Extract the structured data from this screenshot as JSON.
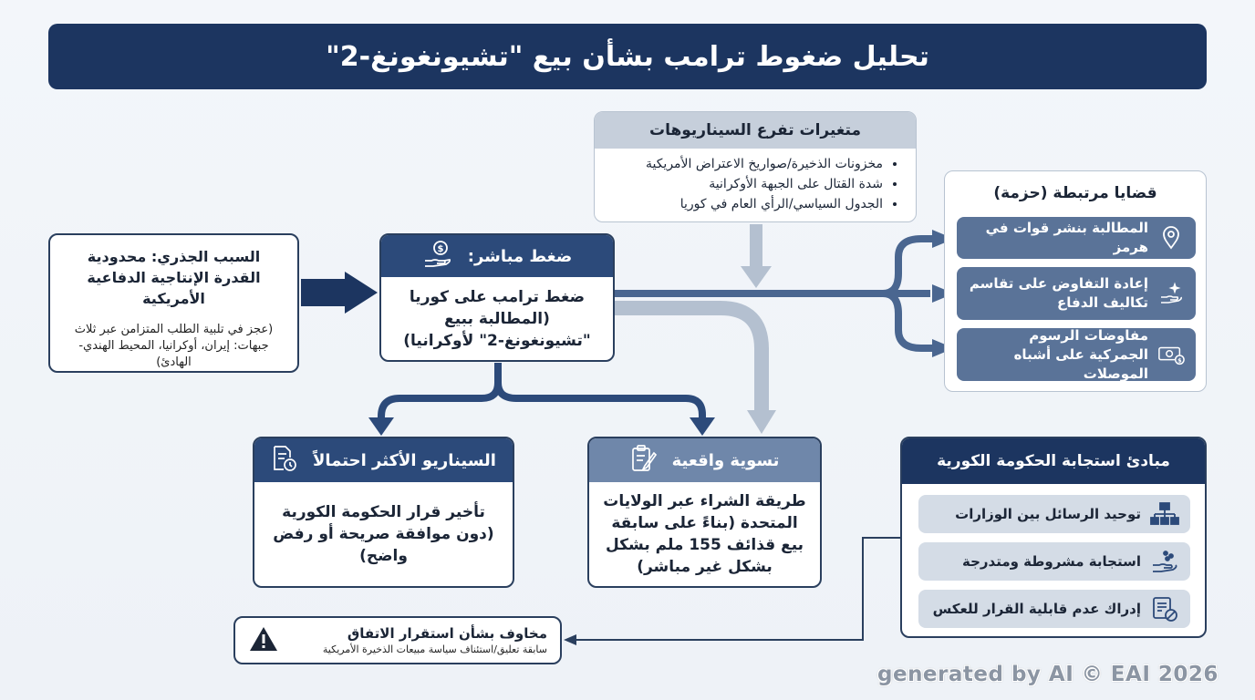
{
  "title": "تحليل ضغوط ترامب بشأن بيع \"تشيونغونغ-2\"",
  "root_cause": {
    "title": "السبب الجذري: محدودية القدرة الإنتاجية الدفاعية الأمريكية",
    "detail": "(عجز في تلبية الطلب المتزامن عبر ثلاث جبهات: إيران، أوكرانيا، المحيط الهندي-الهادئ)"
  },
  "direct_pressure": {
    "header": "ضغط مباشر:",
    "icon": "money-hand-icon",
    "body": "ضغط ترامب على كوريا (المطالبة ببيع \"تشيونغونغ-2\" لأوكرانيا)"
  },
  "variables": {
    "header": "متغيرات تفرع السيناريوهات",
    "items": [
      "مخزونات الذخيرة/صواريخ الاعتراض الأمريكية",
      "شدة القتال على الجبهة الأوكرانية",
      "الجدول السياسي/الرأي العام في كوريا"
    ]
  },
  "linked_issues": {
    "title": "قضايا مرتبطة (حزمة)",
    "items": [
      {
        "label": "المطالبة بنشر قوات في هرمز",
        "icon": "location-pin-icon"
      },
      {
        "label": "إعادة التفاوض على تقاسم تكاليف الدفاع",
        "icon": "hand-sparkle-icon"
      },
      {
        "label": "مفاوضات الرسوم الجمركية على أشباه الموصلات",
        "icon": "cash-icon"
      }
    ]
  },
  "likely_scenario": {
    "header": "السيناريو الأكثر احتمالاً",
    "icon": "document-clock-icon",
    "body": "تأخير قرار الحكومة الكورية (دون موافقة صريحة أو رفض واضح)"
  },
  "realistic_settlement": {
    "header": "تسوية واقعية",
    "icon": "clipboard-pen-icon",
    "body": "طريقة الشراء عبر الولايات المتحدة (بناءً على سابقة بيع قذائف 155 ملم بشكل بشكل غير مباشر)"
  },
  "gov_principles": {
    "header": "مبادئ استجابة الحكومة الكورية",
    "items": [
      {
        "label": "توحيد الرسائل بين الوزارات",
        "icon": "org-chart-icon"
      },
      {
        "label": "استجابة مشروطة ومتدرجة",
        "icon": "hand-coins-icon"
      },
      {
        "label": "إدراك عدم قابلية القرار للعكس",
        "icon": "document-ban-icon"
      }
    ]
  },
  "concerns": {
    "title": "مخاوف بشأن استقرار الاتفاق",
    "subtitle": "سابقة تعليق/استئناف سياسة مبيعات الذخيرة الأمريكية",
    "icon": "warning-icon"
  },
  "watermark": "generated by AI © EAI 2026",
  "colors": {
    "navy": "#1c3560",
    "steel": "#2c4a7a",
    "slate": "#5a7398",
    "light_arrow": "#b4c0d0"
  }
}
